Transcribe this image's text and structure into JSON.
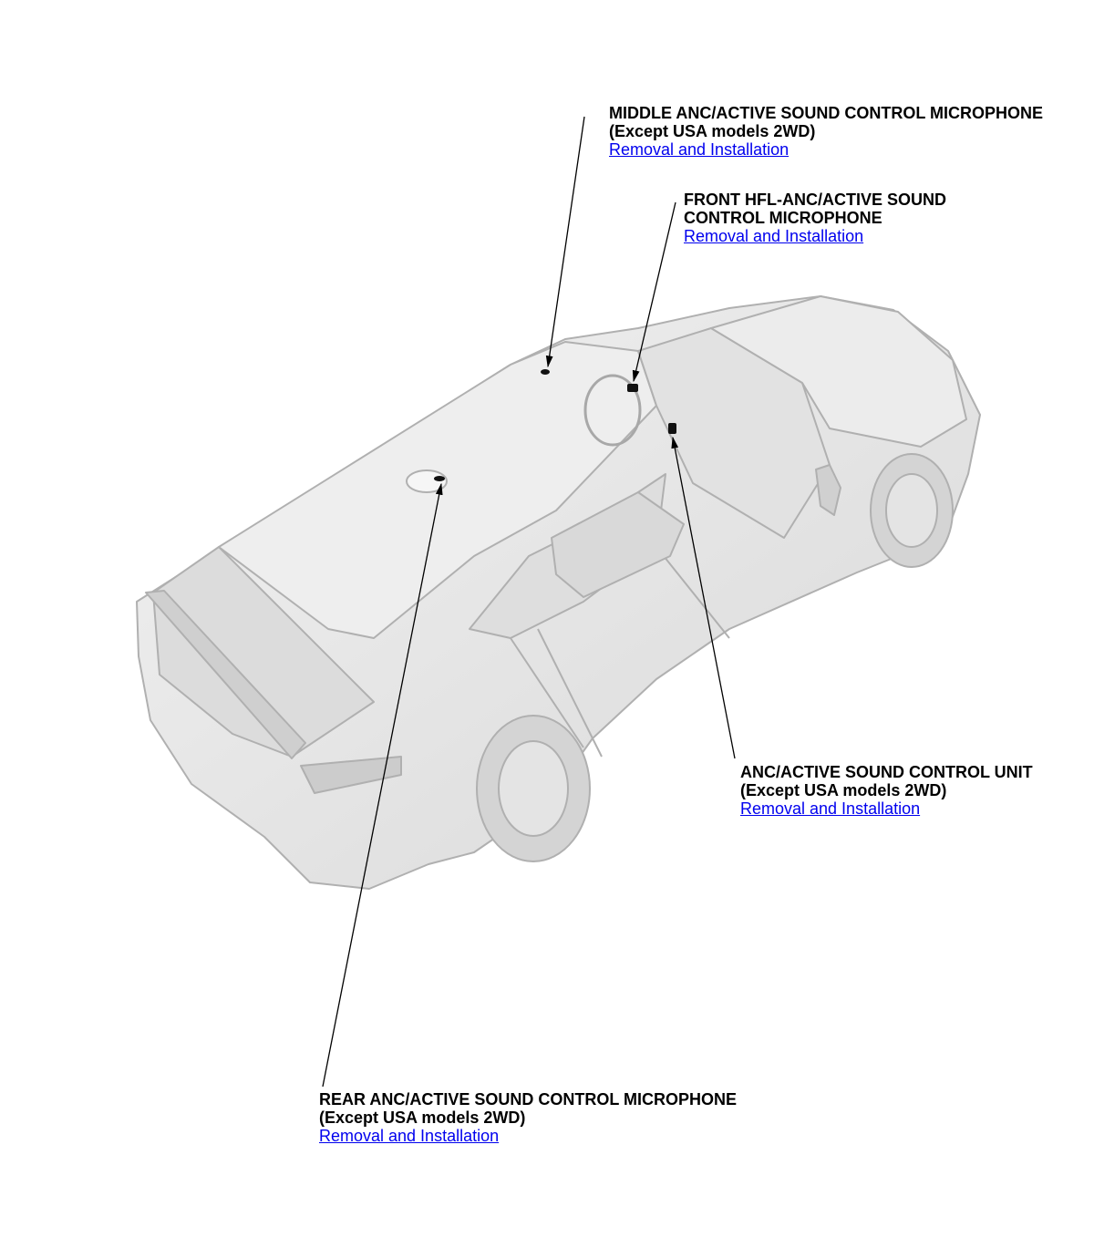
{
  "callouts": {
    "middle_mic": {
      "line1": "MIDDLE ANC/ACTIVE SOUND CONTROL MICROPHONE",
      "line2": "(Except USA models 2WD)",
      "link": "Removal and Installation"
    },
    "front_mic": {
      "line1": "FRONT HFL-ANC/ACTIVE SOUND",
      "line2": "CONTROL MICROPHONE",
      "link": "Removal and Installation"
    },
    "control_unit": {
      "line1": "ANC/ACTIVE SOUND CONTROL UNIT",
      "line2": "(Except USA models 2WD)",
      "link": "Removal and Installation"
    },
    "rear_mic": {
      "line1": "REAR ANC/ACTIVE SOUND CONTROL MICROPHONE",
      "line2": "(Except USA models 2WD)",
      "link": "Removal and Installation"
    }
  },
  "colors": {
    "link": "#0000ee",
    "text": "#000000",
    "car_body": "#e6e6e6",
    "car_outline": "#b4b4b4",
    "component": "#111111"
  }
}
